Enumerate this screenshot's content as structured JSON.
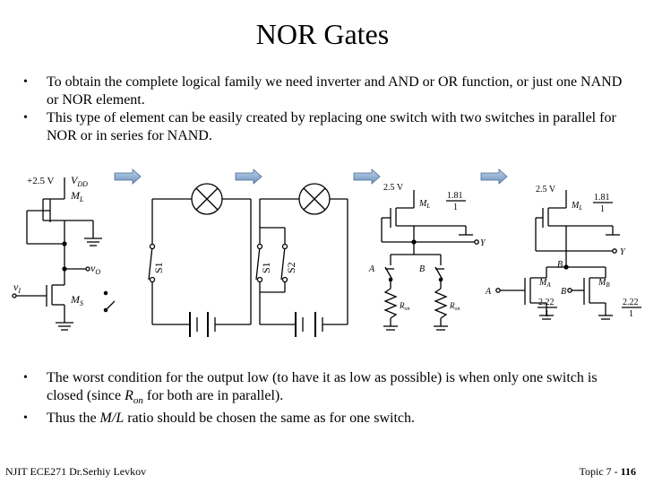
{
  "title": "NOR Gates",
  "bullets_top": [
    "To obtain the complete logical family we need inverter and AND or OR function, or just one NAND or NOR element.",
    "This type of element can be easily created by replacing one switch with two switches in parallel for NOR or in series for NAND."
  ],
  "bullets_bottom": [
    {
      "pre": "The worst condition for the output low (to have it as low as possible) is when only one switch is closed (since ",
      "em": "R",
      "sub": "on",
      "post": " for both are in parallel)."
    },
    {
      "pre": "Thus the ",
      "em": "M/L",
      "sub": "",
      "post": " ratio should be chosen the same as for one switch."
    }
  ],
  "footer": {
    "left": "NJIT  ECE271   Dr.Serhiy Levkov",
    "right_prefix": "Topic 7 - ",
    "right_page": "116"
  },
  "circuit1": {
    "supply": "+2.5 V",
    "vdd": "V",
    "vdd_sub": "DD",
    "ml": "M",
    "ml_sub": "L",
    "vo": "v",
    "vo_sub": "O",
    "vi": "v",
    "vi_sub": "I",
    "ms": "M",
    "ms_sub": "S"
  },
  "circuit2": {
    "switch": "S1"
  },
  "circuit3": {
    "switch1": "S1",
    "switch2": "S2"
  },
  "circuit4": {
    "supply": "2.5 V",
    "ml": "M",
    "ml_sub": "L",
    "ratio_top": "1.81",
    "ratio_bot": "1",
    "y": "Y",
    "a": "A",
    "b": "B",
    "ron": "R",
    "ron_sub": "on"
  },
  "circuit5": {
    "supply": "2.5 V",
    "ml": "M",
    "ml_sub": "L",
    "ratio_top": "1.81",
    "ratio_bot": "1",
    "y": "Y",
    "a": "A",
    "b": "B",
    "ma": "M",
    "ma_sub": "A",
    "mb": "M",
    "mb_sub": "B",
    "ratio_a_top": "2.22",
    "ratio_a_bot": "1",
    "ratio_b_top": "2.22",
    "ratio_b_bot": "1"
  }
}
